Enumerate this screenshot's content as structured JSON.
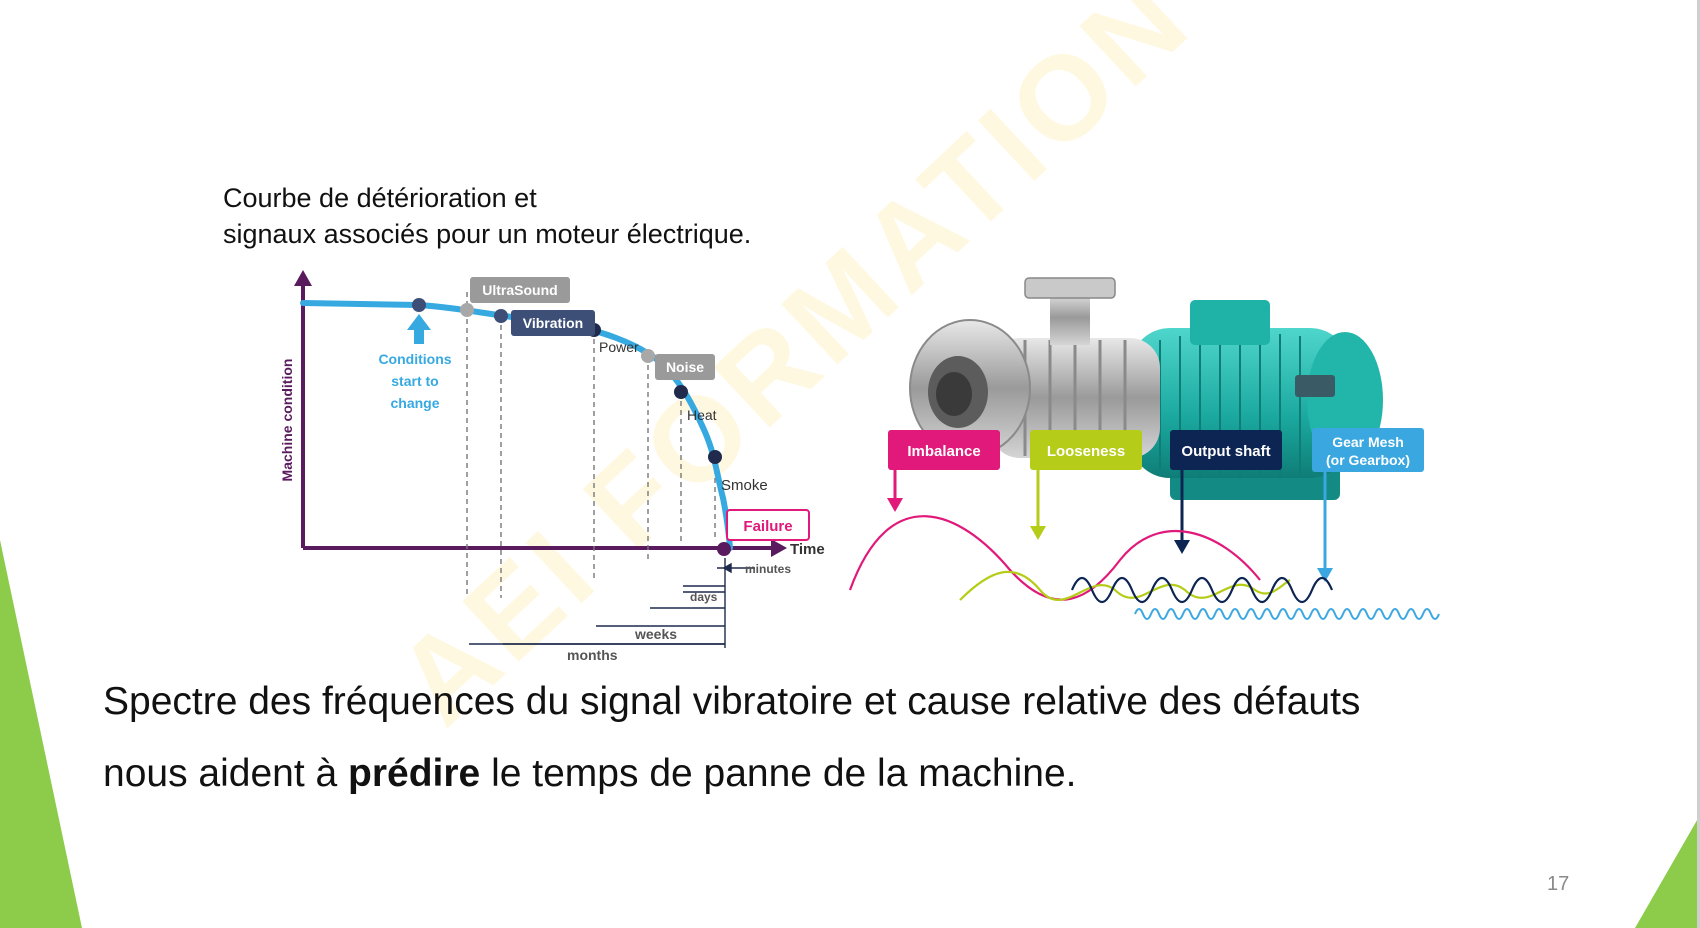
{
  "slide": {
    "caption_line1": "Courbe de détérioration et",
    "caption_line2": "signaux associés pour un moteur électrique.",
    "body_line1": "Spectre des fréquences du signal vibratoire et cause relative des défauts",
    "body_line2_pre": "nous aident à ",
    "body_line2_bold": "prédire",
    "body_line2_post": " le temps de panne de la machine.",
    "page_number": "17",
    "watermark": "AEI FORMATION OUEST",
    "colors": {
      "accent_green": "#8ccc4a",
      "curve_blue": "#36a9e1",
      "axis_purple": "#5a1a5e",
      "dot_navy": "#1f2a4d"
    }
  },
  "chart_data": {
    "type": "line",
    "title": "",
    "xlabel": "Time",
    "ylabel": "Machine condition",
    "annotation": [
      "Conditions",
      "start to",
      "change"
    ],
    "signals": [
      {
        "name": "UltraSound",
        "style": "gray-box"
      },
      {
        "name": "Vibration",
        "style": "navy-box"
      },
      {
        "name": "Power",
        "style": "text"
      },
      {
        "name": "Noise",
        "style": "gray-box"
      },
      {
        "name": "Heat",
        "style": "text"
      },
      {
        "name": "Smoke",
        "style": "text"
      },
      {
        "name": "Failure",
        "style": "pink-box"
      }
    ],
    "durations": [
      "minutes",
      "days",
      "weeks",
      "months"
    ]
  },
  "motor": {
    "labels": [
      {
        "text": "Imbalance",
        "color": "#e0197a"
      },
      {
        "text": "Looseness",
        "color": "#b5cc18"
      },
      {
        "text": "Output shaft",
        "color": "#0d2552"
      },
      {
        "text_line1": "Gear Mesh",
        "text_line2": "(or Gearbox)",
        "color": "#3aa7e0"
      }
    ]
  }
}
